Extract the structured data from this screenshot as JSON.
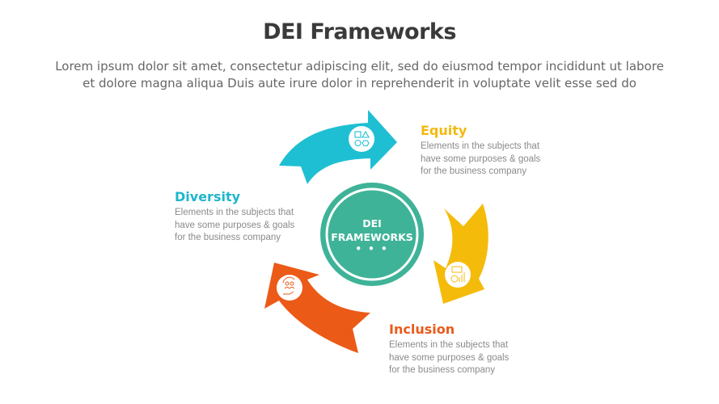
{
  "header": {
    "title": "DEI Frameworks",
    "subtitle_lines": [
      "Lorem ipsum dolor sit amet, consectetur adipiscing elit, sed do eiusmod tempor incididunt ut labore",
      "et dolore magna aliqua Duis aute irure dolor in reprehenderit in voluptate velit esse sed do"
    ]
  },
  "center": {
    "line1": "DEI",
    "line2": "FRAMEWORKS",
    "dots": "• • •",
    "color": "#3fb398"
  },
  "items": [
    {
      "title": "Equity",
      "color": "#f2b90f",
      "icon": "shapes-icon",
      "desc_lines": [
        "Elements in the subjects that",
        "have  some purposes & goals",
        "for the  business company"
      ]
    },
    {
      "title": "Diversity",
      "color": "#1fb6cc",
      "icon": "people-cycle-hand-icon",
      "desc_lines": [
        "Elements in the subjects that",
        "have  some purposes & goals",
        "for the  business company"
      ]
    },
    {
      "title": "Inclusion",
      "color": "#ea5a1a",
      "icon": "finance-chart-icon",
      "desc_lines": [
        "Elements in the subjects that",
        "have  some purposes & goals",
        "for the  business company"
      ]
    }
  ],
  "arrows": {
    "top_color": "#1fbfd3",
    "right_color": "#f4bb0b",
    "left_color": "#ec5a17"
  }
}
